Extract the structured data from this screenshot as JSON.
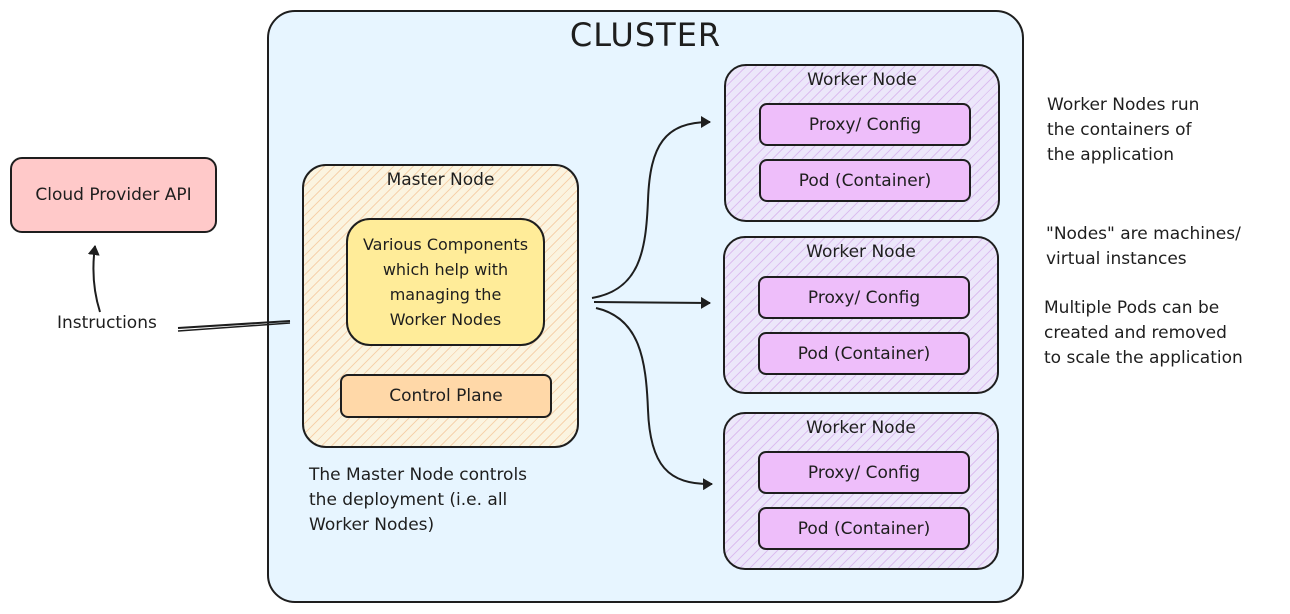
{
  "cluster": {
    "title": "CLUSTER"
  },
  "cloud_provider": {
    "label": "Cloud Provider API"
  },
  "instructions": {
    "label": "Instructions"
  },
  "master_node": {
    "title": "Master Node",
    "components_lines": [
      "Various Components",
      "which help with",
      "managing the",
      "Worker Nodes"
    ],
    "control_plane": "Control Plane",
    "note_lines": [
      "The Master Node controls",
      "the deployment (i.e. all",
      "Worker Nodes)"
    ]
  },
  "worker_nodes": [
    {
      "title": "Worker Node",
      "proxy": "Proxy/ Config",
      "pod": "Pod (Container)"
    },
    {
      "title": "Worker Node",
      "proxy": "Proxy/ Config",
      "pod": "Pod (Container)"
    },
    {
      "title": "Worker Node",
      "proxy": "Proxy/ Config",
      "pod": "Pod (Container)"
    }
  ],
  "notes": {
    "worker_nodes_run": [
      "Worker Nodes run",
      "the containers of",
      "the application"
    ],
    "nodes_are": [
      "\"Nodes\" are machines/",
      "virtual instances"
    ],
    "multiple_pods": [
      "Multiple Pods can be",
      "created and removed",
      "to scale the application"
    ]
  },
  "colors": {
    "cluster_fill": "#e7f5ff",
    "cloud_fill": "#ffc9c9",
    "components_fill": "#ffec99",
    "control_plane_fill": "#ffd8a8",
    "pill_fill": "#eebefa",
    "stroke": "#1e1e1e"
  }
}
